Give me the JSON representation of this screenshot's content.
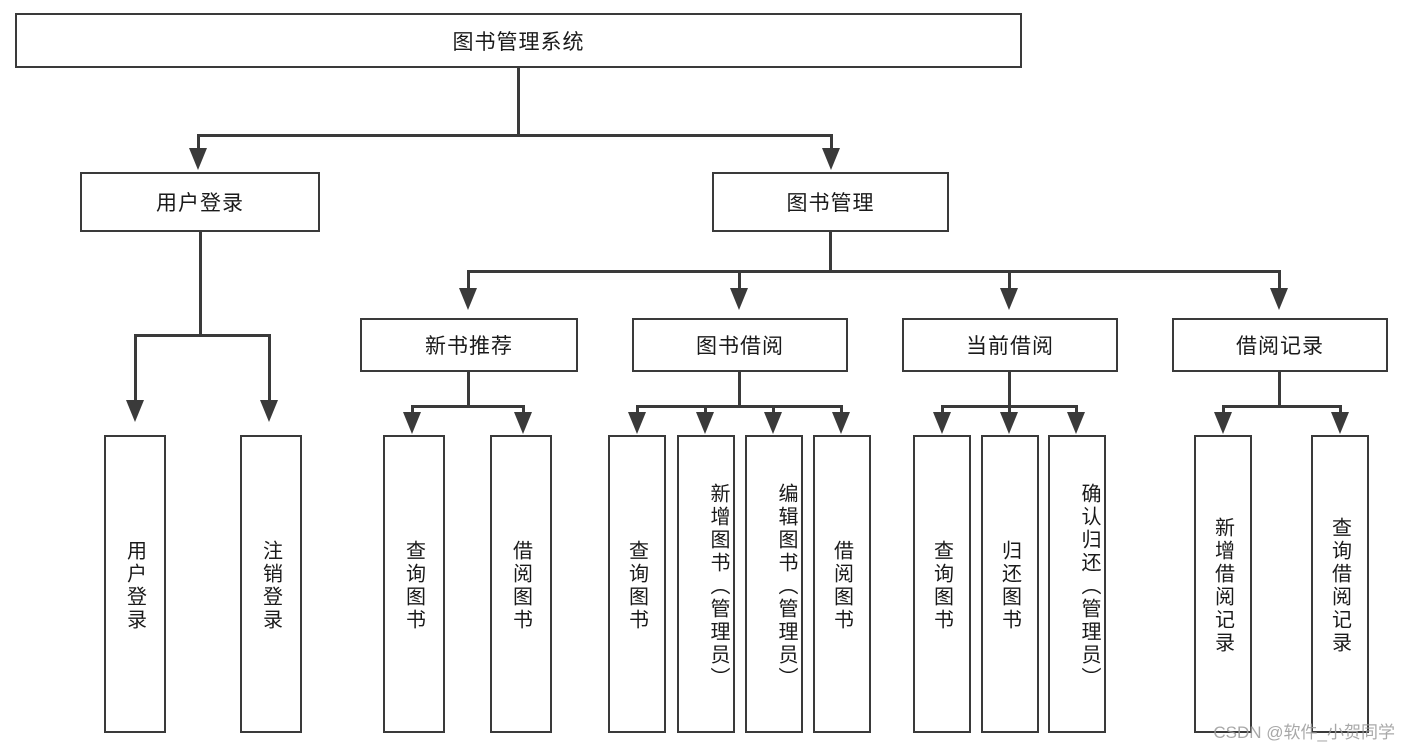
{
  "diagram": {
    "title": "图书管理系统",
    "root": {
      "label": "图书管理系统"
    },
    "level2": [
      {
        "label": "用户登录"
      },
      {
        "label": "图书管理"
      }
    ],
    "level3": [
      {
        "label": "新书推荐"
      },
      {
        "label": "图书借阅"
      },
      {
        "label": "当前借阅"
      },
      {
        "label": "借阅记录"
      }
    ],
    "leaves": {
      "user_login": [
        {
          "label": "用户登录"
        },
        {
          "label": "注销登录"
        }
      ],
      "new_book_recommend": [
        {
          "label": "查询图书"
        },
        {
          "label": "借阅图书"
        }
      ],
      "book_borrow": [
        {
          "label": "查询图书"
        },
        {
          "label": "新增图书（管理员）"
        },
        {
          "label": "编辑图书（管理员）"
        },
        {
          "label": "借阅图书"
        }
      ],
      "current_borrow": [
        {
          "label": "查询图书"
        },
        {
          "label": "归还图书"
        },
        {
          "label": "确认归还（管理员）"
        }
      ],
      "borrow_record": [
        {
          "label": "新增借阅记录"
        },
        {
          "label": "查询借阅记录"
        }
      ]
    }
  },
  "watermark": {
    "text": "CSDN @软件_小贺同学"
  },
  "colors": {
    "stroke": "#3a3a3a",
    "background": "#ffffff",
    "text": "#1a1a1a",
    "watermark": "#9a9a9a"
  }
}
